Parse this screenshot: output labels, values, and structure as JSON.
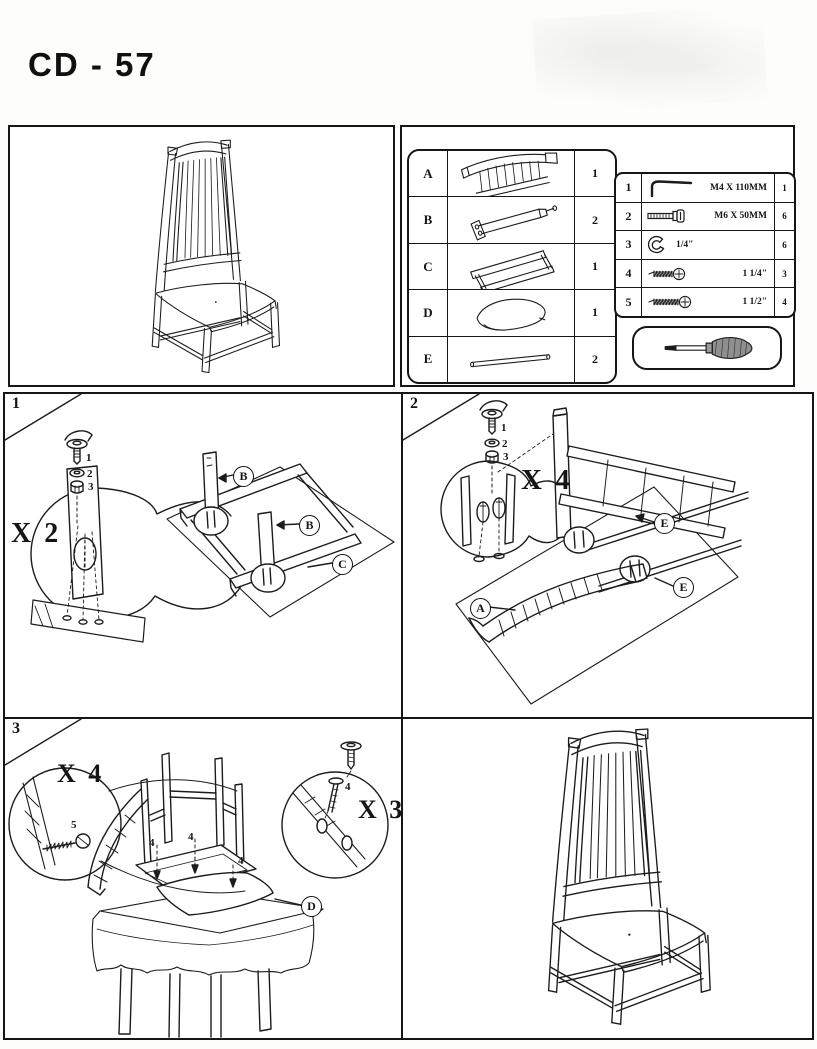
{
  "page": {
    "title": "CD - 57"
  },
  "colors": {
    "ink": "#1c1c1c",
    "paper": "#ffffff"
  },
  "parts_table": {
    "rows": [
      {
        "id": "A",
        "thumb": "chair-back",
        "qty": "1"
      },
      {
        "id": "B",
        "thumb": "side-rail",
        "qty": "2"
      },
      {
        "id": "C",
        "thumb": "leg-frame",
        "qty": "1"
      },
      {
        "id": "D",
        "thumb": "seat",
        "qty": "1"
      },
      {
        "id": "E",
        "thumb": "stretcher-dowel",
        "qty": "2"
      }
    ]
  },
  "hardware_table": {
    "rows": [
      {
        "no": "1",
        "icon": "allen-key",
        "spec": "M4 X 110MM",
        "qty": "1"
      },
      {
        "no": "2",
        "icon": "bolt",
        "spec": "M6 X 50MM",
        "qty": "6"
      },
      {
        "no": "3",
        "icon": "spring-washer",
        "spec": "1/4\"",
        "qty": "6"
      },
      {
        "no": "4",
        "icon": "wood-screw",
        "spec": "1 1/4\"",
        "qty": "3"
      },
      {
        "no": "5",
        "icon": "wood-screw",
        "spec": "1 1/2\"",
        "qty": "4"
      }
    ],
    "tool": "screwdriver"
  },
  "step1": {
    "number": "1",
    "multiplier": "X 2",
    "stack": [
      "1",
      "2",
      "3"
    ],
    "labels": {
      "b1": "B",
      "b2": "B",
      "c": "C"
    }
  },
  "step2": {
    "number": "2",
    "multiplier": "X 4",
    "stack": [
      "1",
      "2",
      "3"
    ],
    "labels": {
      "e1": "E",
      "e2": "E",
      "a": "A"
    }
  },
  "step3": {
    "number": "3",
    "multiplier_left": "X 4",
    "multiplier_right": "X 3",
    "screw_left": "5",
    "screw_right": "4",
    "seat_label": "D",
    "arrow_numbers": [
      "4",
      "4",
      "4"
    ]
  }
}
